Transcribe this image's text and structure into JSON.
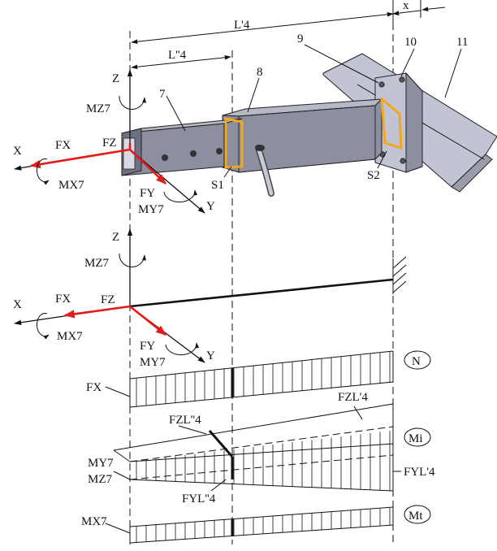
{
  "colors": {
    "force": "#e31b1b",
    "section": "#f0a81c",
    "beam_face": "#8d8e9f",
    "beam_top": "#b7b8c6",
    "plate": "#c2c3d3",
    "line": "#111111"
  },
  "dimensions": {
    "total_length": "L'4",
    "partial_length": "L''4",
    "offset": "x"
  },
  "parts": {
    "beam_7": "7",
    "beam_8": "8",
    "flange_9": "9",
    "plate_10": "10",
    "support_11": "11",
    "section_1": "S1",
    "section_2": "S2"
  },
  "axes": {
    "x": "X",
    "y": "Y",
    "z": "Z"
  },
  "loads": {
    "fx": "FX",
    "fy": "FY",
    "fz": "FZ",
    "mx": "MX7",
    "my": "MY7",
    "mz": "MZ7"
  },
  "diagrams": {
    "normal_force": {
      "badge": "N",
      "start_label": "FX"
    },
    "bending": {
      "badge": "Mi",
      "label_fz_l2": "FZL''4",
      "label_fz_l1": "FZL'4",
      "label_fy_l2": "FYL''4",
      "label_fy_l1": "FYL'4",
      "label_my": "MY7",
      "label_mz": "MZ7"
    },
    "torsion": {
      "badge": "Mt",
      "start_label": "MX7"
    }
  }
}
